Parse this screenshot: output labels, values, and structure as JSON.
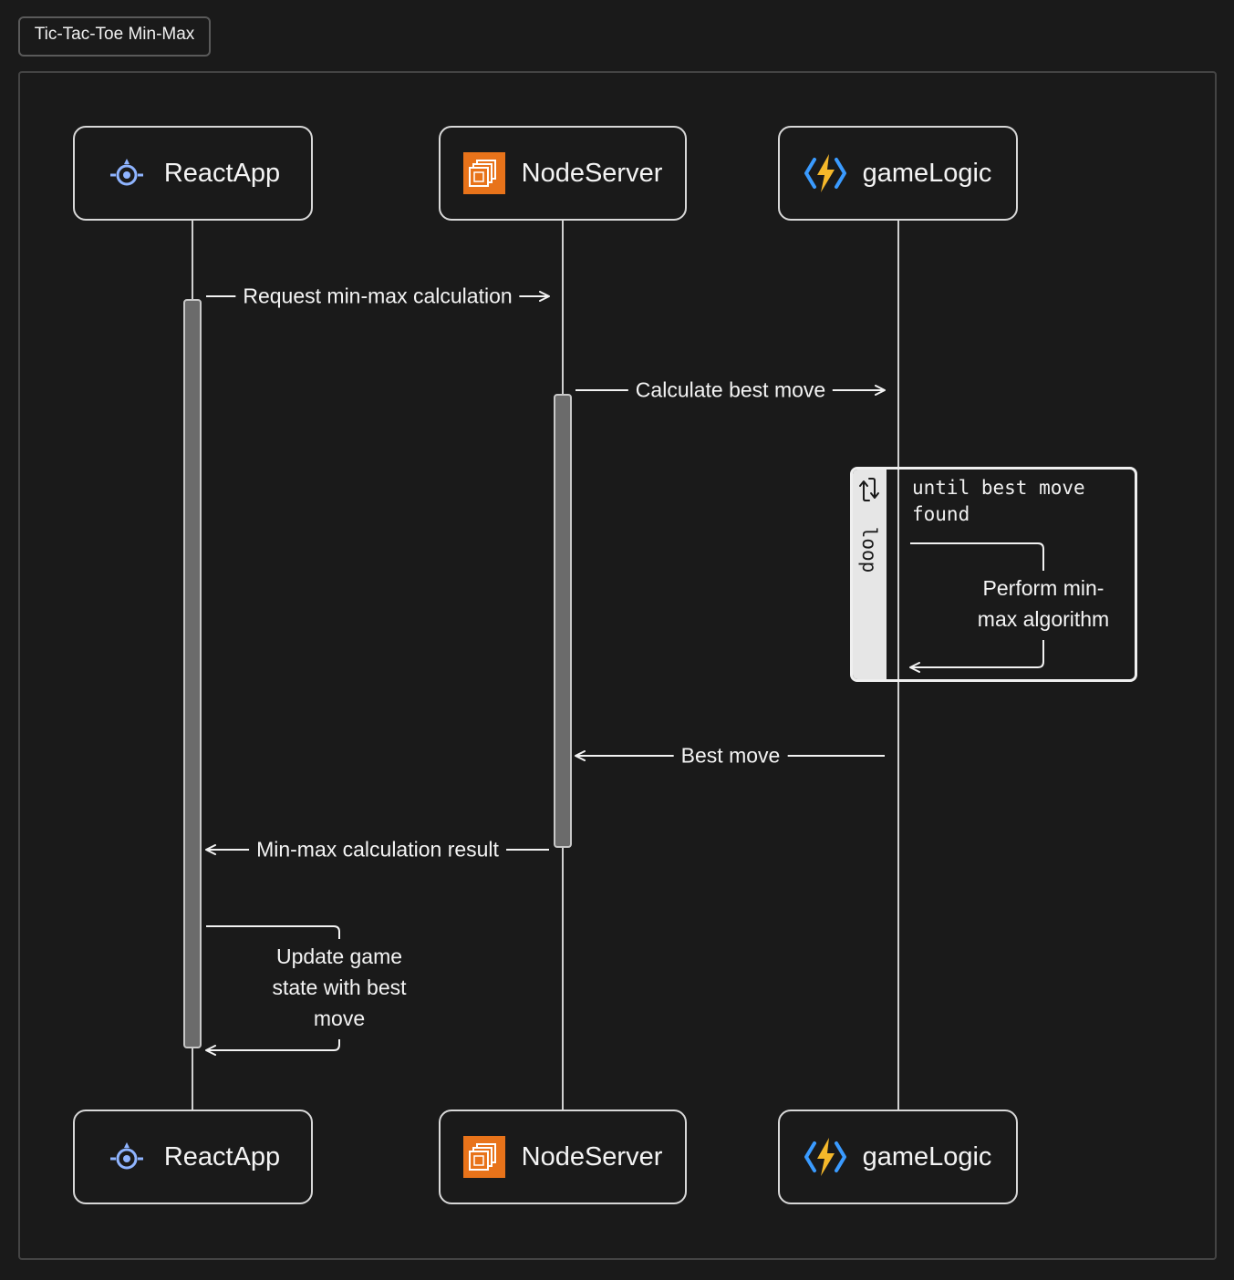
{
  "title": "Tic-Tac-Toe Min-Max",
  "participants": [
    {
      "name": "ReactApp",
      "icon": "react-app-icon"
    },
    {
      "name": "NodeServer",
      "icon": "ec2-server-icon"
    },
    {
      "name": "gameLogic",
      "icon": "azure-function-icon"
    }
  ],
  "messages": [
    {
      "from": "ReactApp",
      "to": "NodeServer",
      "label": "Request min-max calculation"
    },
    {
      "from": "NodeServer",
      "to": "gameLogic",
      "label": "Calculate best move"
    },
    {
      "from": "gameLogic",
      "to": "gameLogic",
      "label": "Perform min-max algorithm"
    },
    {
      "from": "gameLogic",
      "to": "NodeServer",
      "label": "Best move"
    },
    {
      "from": "NodeServer",
      "to": "ReactApp",
      "label": "Min-max calculation result"
    },
    {
      "from": "ReactApp",
      "to": "ReactApp",
      "label": "Update game state with best move"
    }
  ],
  "loop": {
    "tag": "loop",
    "condition": "until best move found"
  },
  "colors": {
    "background": "#1a1a1a",
    "line": "#d8d8d8",
    "activation": "#6b6b6b",
    "node_icon": "#e8731a",
    "react_icon": "#8fb4ff",
    "function_bolt": "#f5b82a",
    "function_brackets": "#3a9bff"
  }
}
